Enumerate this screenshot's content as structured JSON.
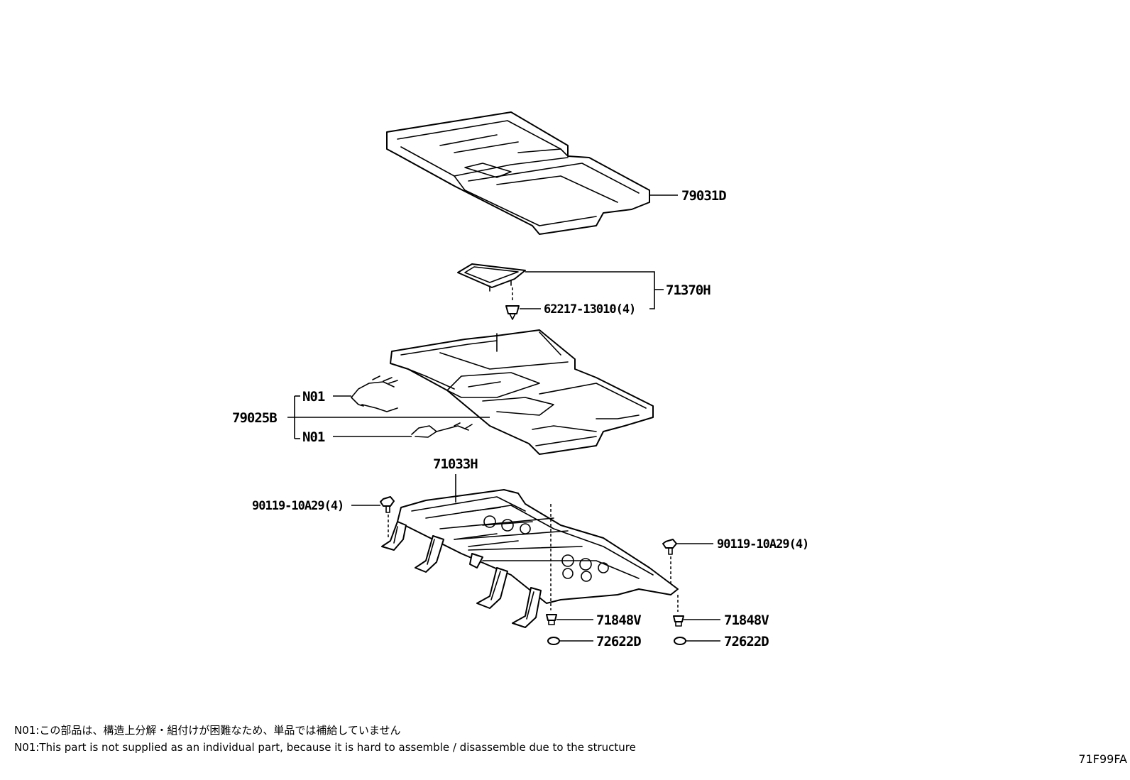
{
  "callouts": {
    "seat_cover_top": "79031D",
    "lid_assy": "71370H",
    "lid_clip": "62217-13010(4)",
    "wire_upper": "N01",
    "wire_lower": "N01",
    "cushion_assy": "79025B",
    "frame": "71033H",
    "bolt_left": "90119-10A29(4)",
    "bolt_right": "90119-10A29(4)",
    "stopper_left": "71848V",
    "stopper_right": "71848V",
    "cushion_pad_left": "72622D",
    "cushion_pad_right": "72622D"
  },
  "notes": {
    "jp": "N01:この部品は、構造上分解・組付けが困難なため、単品では補給していません",
    "en": "N01:This part is not supplied as an individual part, because it is hard to assemble / disassemble due to the structure"
  },
  "drawing_id": "71F99FA"
}
